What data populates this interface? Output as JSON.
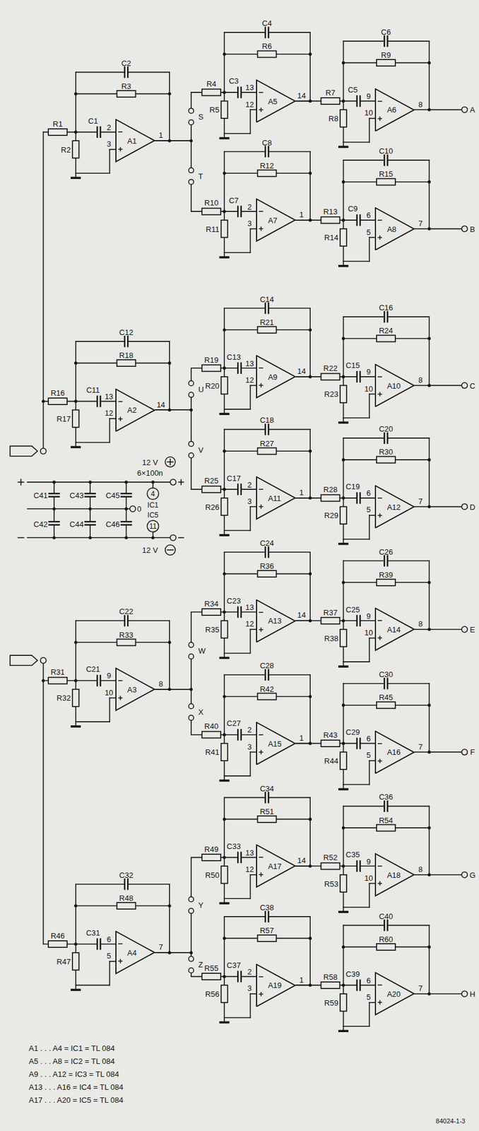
{
  "diagram": {
    "nodes": [
      {
        "text": [
          "A1"
        ]
      },
      {
        "text": [
          "A2"
        ]
      },
      {
        "text": [
          "A3"
        ]
      },
      {
        "text": [
          "A4"
        ]
      },
      {
        "text": [
          "A5"
        ]
      },
      {
        "text": [
          "A6"
        ]
      },
      {
        "text": [
          "A7"
        ]
      },
      {
        "text": [
          "A8"
        ]
      },
      {
        "text": [
          "A9"
        ]
      },
      {
        "text": [
          "A10"
        ]
      },
      {
        "text": [
          "A11"
        ]
      },
      {
        "text": [
          "A12"
        ]
      },
      {
        "text": [
          "A13"
        ]
      },
      {
        "text": [
          "A14"
        ]
      },
      {
        "text": [
          "A15"
        ]
      },
      {
        "text": [
          "A16"
        ]
      },
      {
        "text": [
          "A17"
        ]
      },
      {
        "text": [
          "A18"
        ]
      },
      {
        "text": [
          "A19"
        ]
      },
      {
        "text": [
          "A20"
        ]
      }
    ],
    "edges": [
      {
        "from": 0,
        "to": 4,
        "arrow": "none"
      },
      {
        "from": 4,
        "to": 5,
        "arrow": "none"
      },
      {
        "from": 0,
        "to": 6,
        "arrow": "none"
      },
      {
        "from": 6,
        "to": 7,
        "arrow": "none"
      },
      {
        "from": 1,
        "to": 8,
        "arrow": "none"
      },
      {
        "from": 8,
        "to": 9,
        "arrow": "none"
      },
      {
        "from": 1,
        "to": 10,
        "arrow": "none"
      },
      {
        "from": 10,
        "to": 11,
        "arrow": "none"
      },
      {
        "from": 2,
        "to": 12,
        "arrow": "none"
      },
      {
        "from": 12,
        "to": 13,
        "arrow": "none"
      },
      {
        "from": 2,
        "to": 14,
        "arrow": "none"
      },
      {
        "from": 14,
        "to": 15,
        "arrow": "none"
      },
      {
        "from": 3,
        "to": 16,
        "arrow": "none"
      },
      {
        "from": 16,
        "to": 17,
        "arrow": "none"
      },
      {
        "from": 3,
        "to": 18,
        "arrow": "none"
      },
      {
        "from": 18,
        "to": 19,
        "arrow": "none"
      }
    ],
    "labels": [
      "R1",
      "R2",
      "C1",
      "C2",
      "R3",
      "2",
      "3",
      "1",
      "R16",
      "R17",
      "C11",
      "C12",
      "R18",
      "13",
      "12",
      "14",
      "R31",
      "R32",
      "C21",
      "C22",
      "R33",
      "9",
      "10",
      "8",
      "R46",
      "R47",
      "C31",
      "C32",
      "R48",
      "6",
      "5",
      "7",
      "R4",
      "R5",
      "C3",
      "C4",
      "R6",
      "13",
      "12",
      "14",
      "R7",
      "R8",
      "C5",
      "C6",
      "R9",
      "9",
      "10",
      "8",
      "R10",
      "R11",
      "C7",
      "C8",
      "R12",
      "2",
      "3",
      "1",
      "R13",
      "R14",
      "C9",
      "C10",
      "R15",
      "6",
      "5",
      "7",
      "R19",
      "R20",
      "C13",
      "C14",
      "R21",
      "13",
      "12",
      "14",
      "R22",
      "R23",
      "C15",
      "C16",
      "R24",
      "9",
      "10",
      "8",
      "R25",
      "R26",
      "C17",
      "C18",
      "R27",
      "2",
      "3",
      "1",
      "R28",
      "R29",
      "C19",
      "C20",
      "R30",
      "6",
      "5",
      "7",
      "R34",
      "R35",
      "C23",
      "C24",
      "R36",
      "13",
      "12",
      "14",
      "R37",
      "R38",
      "C25",
      "C26",
      "R39",
      "9",
      "10",
      "8",
      "R40",
      "R41",
      "C27",
      "C28",
      "R42",
      "2",
      "3",
      "1",
      "R43",
      "R44",
      "C29",
      "C30",
      "R45",
      "6",
      "5",
      "7",
      "R49",
      "R50",
      "C33",
      "C34",
      "R51",
      "13",
      "12",
      "14",
      "R52",
      "R53",
      "C35",
      "C36",
      "R54",
      "9",
      "10",
      "8",
      "R55",
      "R56",
      "C37",
      "C38",
      "R57",
      "2",
      "3",
      "1",
      "R58",
      "R59",
      "C39",
      "C40",
      "R60",
      "6",
      "5",
      "7",
      "A",
      "B",
      "C",
      "D",
      "E",
      "F",
      "G",
      "H",
      "S",
      "T",
      "U",
      "V",
      "W",
      "X",
      "Y",
      "Z",
      "12 V",
      "6×100n",
      "12 V",
      "C41",
      "C43",
      "C45",
      "C42",
      "C44",
      "C46",
      "4",
      "0",
      "11",
      "IC1",
      "IC5",
      "A1 . . . A4 = IC1 = TL 084",
      "A5 . . . A8 = IC2 = TL 084",
      "A9 . . . A12 = IC3 = TL 084",
      "A13 . . . A16 = IC4 = TL 084",
      "A17 . . . A20 = IC5 = TL 084",
      "84024-1-3"
    ]
  }
}
